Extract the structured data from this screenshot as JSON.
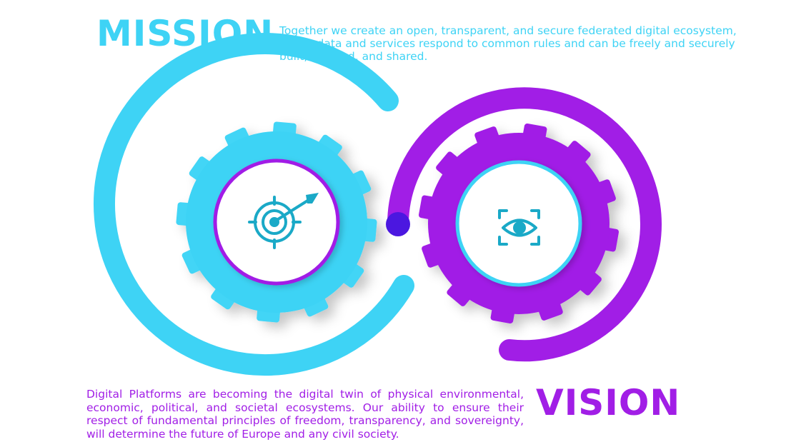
{
  "mission": {
    "title": "MISSION",
    "text": "Together we create an open, transparent, and secure federated digital ecosystem, where data and services respond to common rules and can be freely and securely built, collated, and shared."
  },
  "vision": {
    "title": "VISION",
    "text": "Digital Platforms are becoming the digital twin of physical environmental, economic, political, and societal ecosystems. Our ability to ensure their respect of fundamental principles of freedom, transparency, and sovereignty, will determine the future of Europe and any civil society."
  },
  "icons": {
    "mission": "target-arrow-icon",
    "vision": "eye-scan-icon"
  },
  "colors": {
    "cyan": "#3ed3f5",
    "purple": "#a11ee6",
    "connector": "#4b17e0",
    "icon": "#1aa9c7"
  }
}
